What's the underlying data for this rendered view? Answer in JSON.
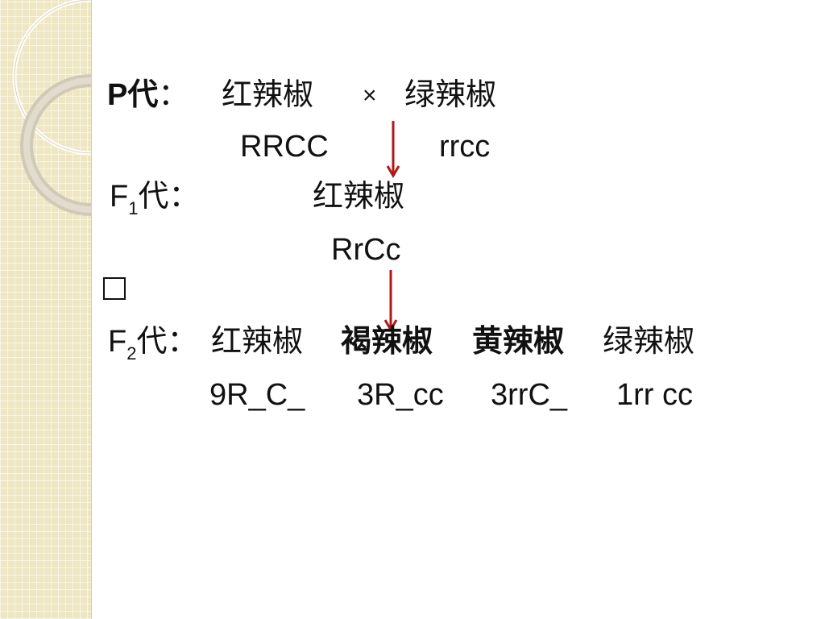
{
  "slide": {
    "p_row": {
      "label_main": "P代",
      "colon": "：",
      "parent1": "红辣椒",
      "cross_symbol": "×",
      "parent2": "绿辣椒"
    },
    "p_genotypes": {
      "parent1": "RRCC",
      "parent2": "rrcc"
    },
    "f1_row": {
      "label_F": "F",
      "label_sub": "1",
      "label_suffix": "代",
      "colon": "：",
      "phenotype": "红辣椒"
    },
    "f1_genotype": "RrCc",
    "f2_row": {
      "label_F": "F",
      "label_sub": "2",
      "label_suffix": "代",
      "colon": "：",
      "phenotypes": [
        "红辣椒",
        "褐辣椒",
        "黄辣椒",
        "绿辣椒"
      ]
    },
    "f2_genotypes": [
      "9R_C_",
      "3R_cc",
      "3rrC_",
      "1rr cc"
    ],
    "colors": {
      "arrow": "#b01818",
      "side_strip": "#efe7c3"
    }
  }
}
